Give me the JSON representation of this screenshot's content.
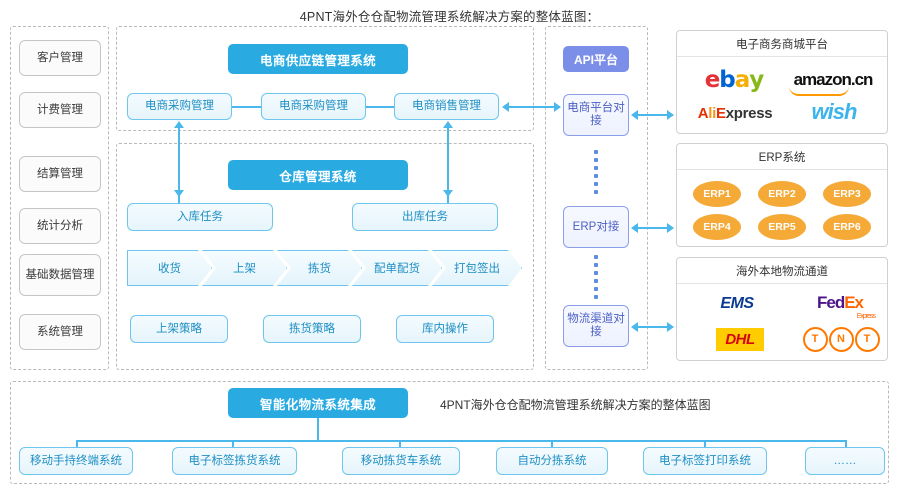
{
  "title": "4PNT海外仓仓配物流管理系统解决方案的整体蓝图：",
  "sidebar": {
    "items": [
      {
        "label": "客户管理"
      },
      {
        "label": "计费管理"
      },
      {
        "label": "结算管理"
      },
      {
        "label": "统计分析"
      },
      {
        "label": "基础数据管理"
      },
      {
        "label": "系统管理"
      }
    ]
  },
  "ecommerce": {
    "header": "电商供应链管理系统",
    "boxes": [
      {
        "label": "电商采购管理"
      },
      {
        "label": "电商采购管理"
      },
      {
        "label": "电商销售管理"
      }
    ]
  },
  "warehouse": {
    "header": "仓库管理系统",
    "tasks": [
      {
        "label": "入库任务"
      },
      {
        "label": "出库任务"
      }
    ],
    "process": [
      {
        "label": "收货"
      },
      {
        "label": "上架"
      },
      {
        "label": "拣货"
      },
      {
        "label": "配单配货"
      },
      {
        "label": "打包签出"
      }
    ],
    "strategies": [
      {
        "label": "上架策略"
      },
      {
        "label": "拣货策略"
      },
      {
        "label": "库内操作"
      }
    ]
  },
  "api": {
    "header": "API平台",
    "connectors": [
      {
        "label": "电商平台对接"
      },
      {
        "label": "ERP对接"
      },
      {
        "label": "物流渠道对接"
      }
    ]
  },
  "right_cards": [
    {
      "title": "电子商务商城平台",
      "logos": [
        "ebay",
        "amazon.cn",
        "AliExpress",
        "wish"
      ]
    },
    {
      "title": "ERP系统",
      "items": [
        "ERP1",
        "ERP2",
        "ERP3",
        "ERP4",
        "ERP5",
        "ERP6"
      ]
    },
    {
      "title": "海外本地物流通道",
      "logos": [
        "EMS",
        "FedEx Express",
        "DHL",
        "TNT"
      ]
    }
  ],
  "bottom": {
    "header": "智能化物流系统集成",
    "caption": "4PNT海外仓仓配物流管理系统解决方案的整体蓝图",
    "items": [
      {
        "label": "移动手持终端系统"
      },
      {
        "label": "电子标签拣货系统"
      },
      {
        "label": "移动拣货车系统"
      },
      {
        "label": "自动分拣系统"
      },
      {
        "label": "电子标签打印系统"
      },
      {
        "label": "……"
      }
    ]
  },
  "colors": {
    "blue": "#29abe2",
    "purple": "#7b8fe8",
    "orange": "#f5a936",
    "line": "#4ab8ea"
  }
}
